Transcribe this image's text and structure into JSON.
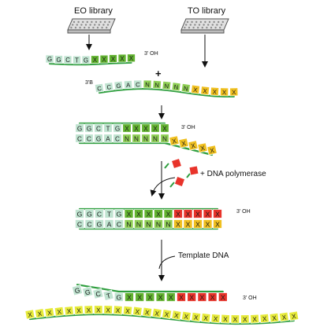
{
  "libraries": {
    "eo": "EO library",
    "to": "TO library"
  },
  "steps": {
    "plus": "+",
    "polymerase": "+ DNA polymerase",
    "template": "Template DNA"
  },
  "end_labels": {
    "three_prime_oh": "3' OH",
    "three_prime_b": "3'B"
  },
  "sequences": {
    "eo_strand": [
      "G",
      "G",
      "C",
      "T",
      "G",
      "X",
      "X",
      "X",
      "X",
      "X"
    ],
    "to_strand": [
      "C",
      "C",
      "G",
      "A",
      "C",
      "N",
      "N",
      "N",
      "N",
      "N",
      "X",
      "X",
      "X",
      "X",
      "X"
    ],
    "hybrid_top": [
      "G",
      "G",
      "C",
      "T",
      "G",
      "X",
      "X",
      "X",
      "X",
      "X"
    ],
    "hybrid_bottom": [
      "C",
      "C",
      "G",
      "A",
      "C",
      "N",
      "N",
      "N",
      "N",
      "N",
      "X",
      "X",
      "X",
      "X",
      "X"
    ],
    "extended_top": [
      "G",
      "G",
      "C",
      "T",
      "G",
      "X",
      "X",
      "X",
      "X",
      "X",
      "X",
      "X",
      "X",
      "X",
      "X"
    ],
    "extended_bottom": [
      "C",
      "C",
      "G",
      "A",
      "C",
      "N",
      "N",
      "N",
      "N",
      "N",
      "X",
      "X",
      "X",
      "X",
      "X"
    ],
    "final_top": [
      "G",
      "G",
      "C",
      "T",
      "G",
      "X",
      "X",
      "X",
      "X",
      "X",
      "X",
      "X",
      "X",
      "X",
      "X"
    ],
    "template": [
      "X",
      "X",
      "X",
      "X",
      "X",
      "X",
      "X",
      "X",
      "X",
      "X",
      "X",
      "X",
      "X",
      "X",
      "X",
      "X",
      "X",
      "X",
      "X",
      "X",
      "X",
      "X",
      "X",
      "X",
      "X",
      "X",
      "X",
      "X"
    ]
  },
  "colors": {
    "fixed_base": "#bfe3d0",
    "eo_variable": "#62b330",
    "n_base": "#8fcf55",
    "to_variable": "#f0c020",
    "new_base": "#e8332a",
    "template_base": "#e6ea3a",
    "backbone": "#2e9e3e",
    "plate": "#d8d8d8"
  }
}
